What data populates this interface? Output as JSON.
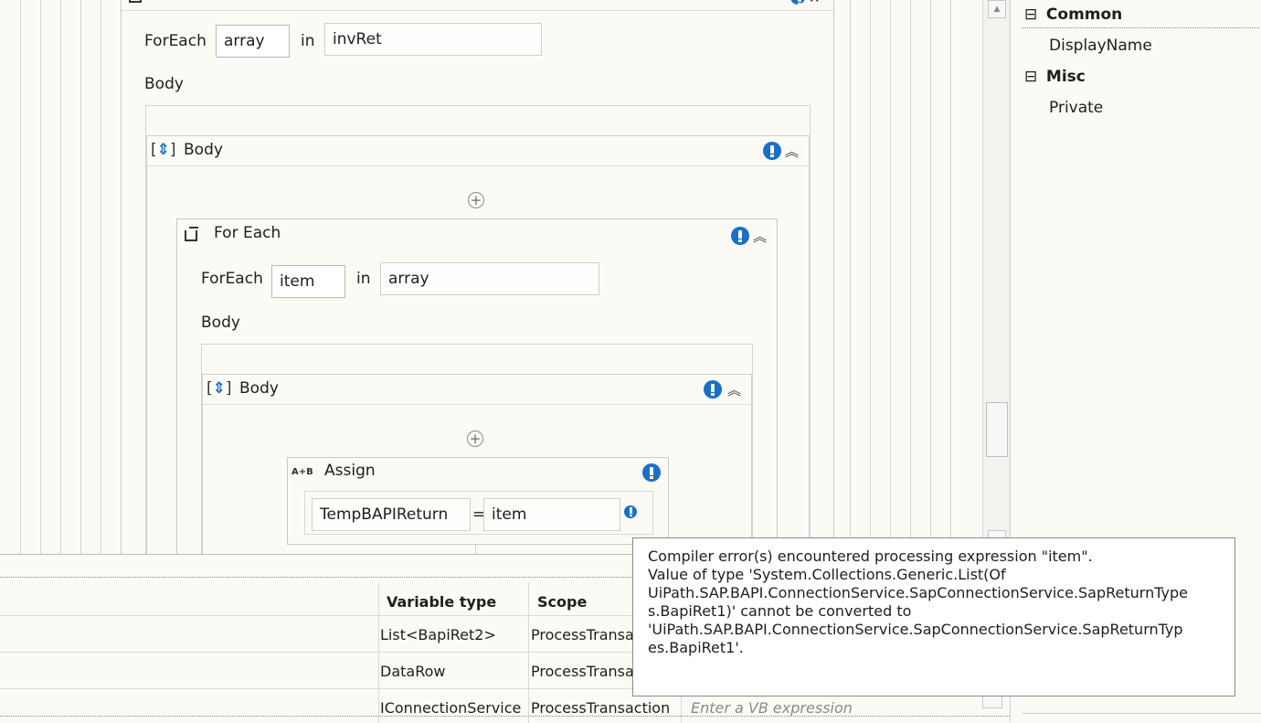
{
  "designer": {
    "outer_foreach": {
      "foreach_label": "ForEach",
      "item_value": "array",
      "in_label": "in",
      "collection_value": "invRet",
      "body_label": "Body"
    },
    "outer_body_sequence": {
      "title": "Body"
    },
    "inner_foreach": {
      "title": "For Each",
      "foreach_label": "ForEach",
      "item_value": "item",
      "in_label": "in",
      "collection_value": "array",
      "body_label": "Body"
    },
    "inner_body_sequence": {
      "title": "Body"
    },
    "assign": {
      "title": "Assign",
      "icon_text": "A+B",
      "to_value": "TempBAPIReturn",
      "equals": "=",
      "value": "item"
    }
  },
  "properties": {
    "sections": [
      {
        "title": "Common",
        "items": [
          "DisplayName"
        ]
      },
      {
        "title": "Misc",
        "items": [
          "Private"
        ]
      }
    ]
  },
  "variables": {
    "columns": {
      "type": "Variable type",
      "scope": "Scope"
    },
    "rows": [
      {
        "type": "List<BapiRet2>",
        "scope": "ProcessTransaction"
      },
      {
        "type": "DataRow",
        "scope": "ProcessTransaction"
      },
      {
        "type": "IConnectionService",
        "scope": "ProcessTransaction",
        "default_placeholder": "Enter a VB expression"
      }
    ]
  },
  "tooltip": {
    "lines": [
      "Compiler error(s) encountered processing expression \"item\".",
      "Value of type 'System.Collections.Generic.List(Of",
      "UiPath.SAP.BAPI.ConnectionService.SapConnectionService.SapReturnType",
      "s.BapiRet1)' cannot be converted to",
      "'UiPath.SAP.BAPI.ConnectionService.SapConnectionService.SapReturnTyp",
      "es.BapiRet1'."
    ]
  },
  "colors": {
    "error_blue": "#1a6fc6",
    "canvas_bg": "#fbfaf5"
  }
}
